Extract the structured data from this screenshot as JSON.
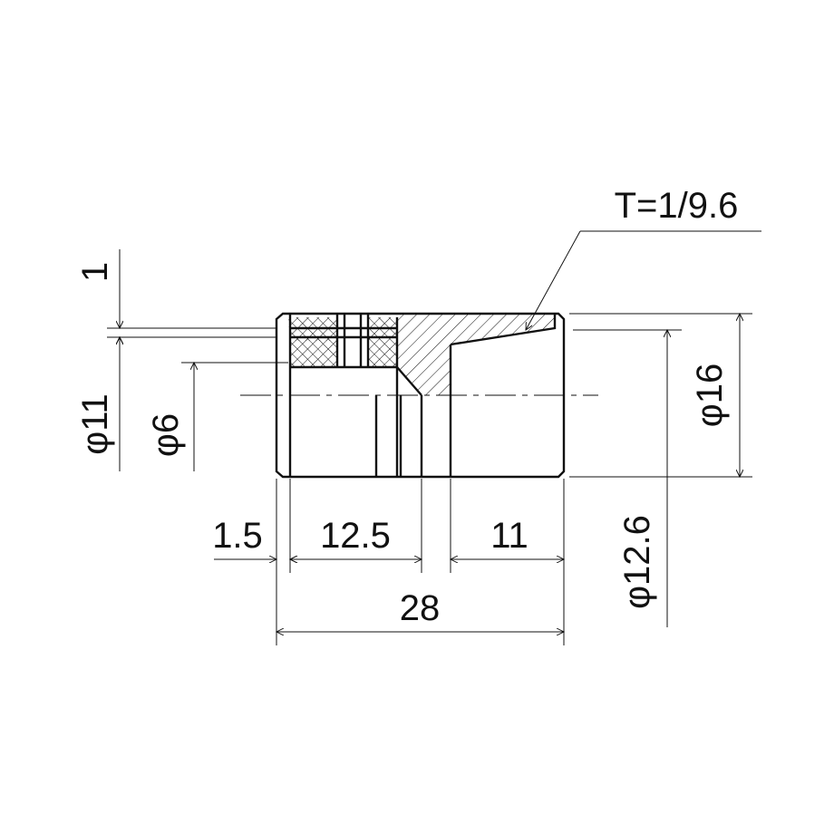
{
  "drawing": {
    "taper_note": "T=1/9.6",
    "dims": {
      "flange_thickness": "1",
      "bore_dia": "φ11",
      "inner_dia": "φ6",
      "outer_dia": "φ16",
      "taper_dia": "φ12.6",
      "len_flange": "1.5",
      "len_mid": "12.5",
      "len_taper": "11",
      "len_total": "28"
    }
  }
}
